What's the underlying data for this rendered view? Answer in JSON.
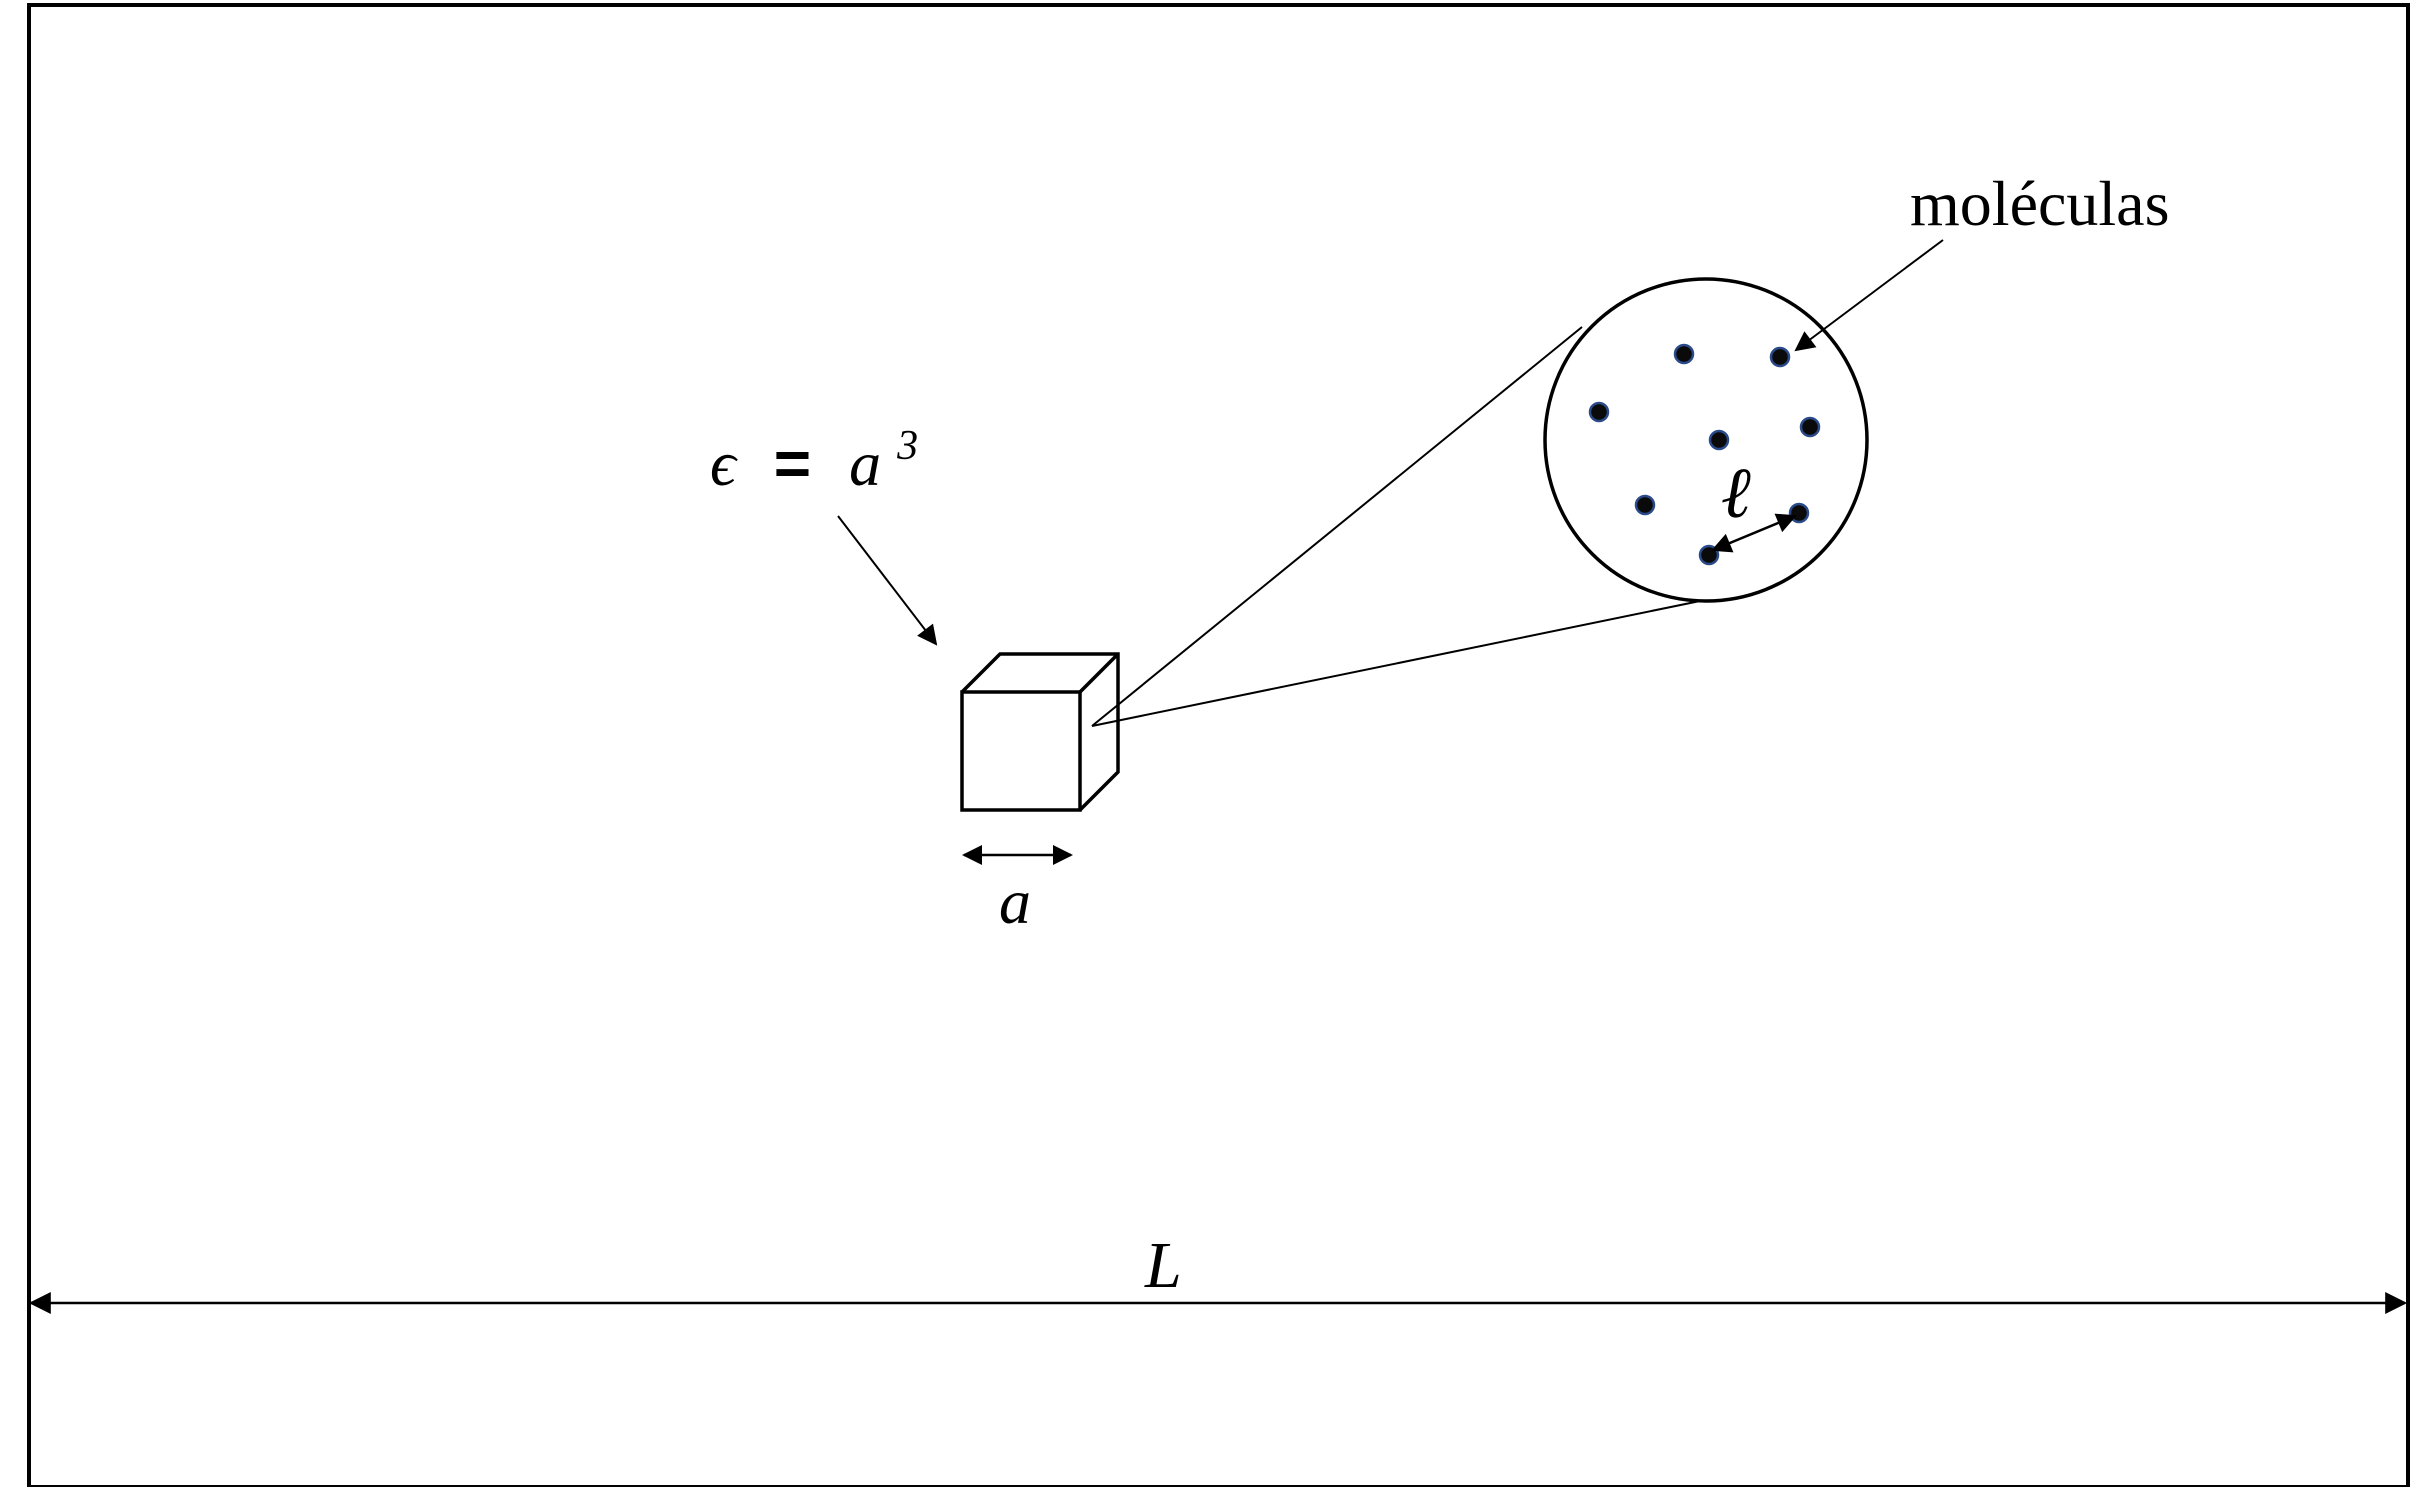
{
  "labels": {
    "molecules": "moléculas",
    "epsilon_symbol": "ϵ",
    "equals": "=",
    "cube_volume_base": "a",
    "cube_volume_exponent": "3",
    "cube_side": "a",
    "system_length": "L",
    "intermolecular_distance": "ℓ"
  },
  "colors": {
    "line": "#000000",
    "molecule_fill": "#0a0a0a",
    "molecule_ring": "#2a4a8a",
    "background": "#ffffff"
  }
}
